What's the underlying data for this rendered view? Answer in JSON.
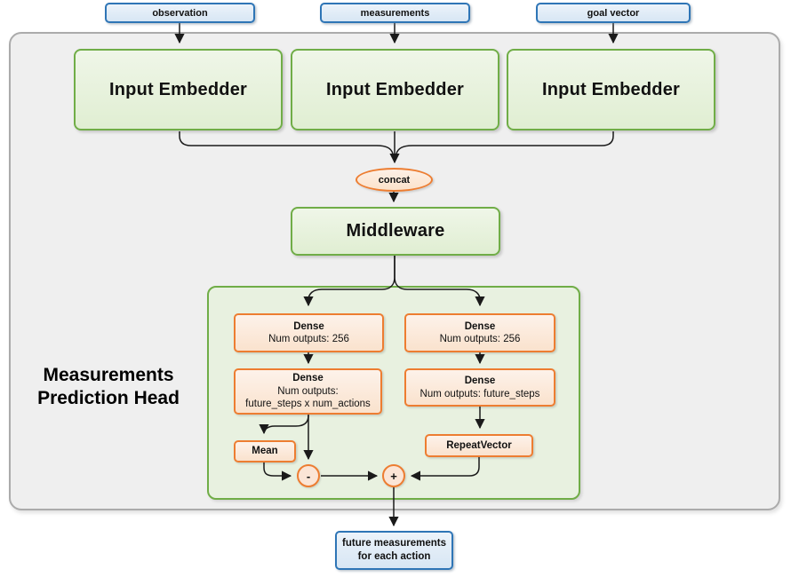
{
  "colors": {
    "blue_border": "#2E75B6",
    "blue_fill": "#DEEAF6",
    "green_border": "#70AD47",
    "green_fill": "#E2EFDA",
    "orange_border": "#ED7D31",
    "orange_fill": "#FBE5D6",
    "outer_panel_fill": "#EFEFEF",
    "outer_panel_border": "#ABABAB",
    "connector": "#1A1A1A"
  },
  "inputs": [
    {
      "label": "observation"
    },
    {
      "label": "measurements"
    },
    {
      "label": "goal vector"
    }
  ],
  "embedders": [
    {
      "label": "Input Embedder"
    },
    {
      "label": "Input Embedder"
    },
    {
      "label": "Input Embedder"
    }
  ],
  "concat": {
    "label": "concat"
  },
  "middleware": {
    "label": "Middleware"
  },
  "head": {
    "label_line1": "Measurements",
    "label_line2": "Prediction Head",
    "dense_action_1": {
      "title": "Dense",
      "line1": "Num outputs: 256"
    },
    "dense_action_2": {
      "title": "Dense",
      "line1": "Num outputs:",
      "line2": "future_steps x num_actions"
    },
    "dense_meas_1": {
      "title": "Dense",
      "line1": "Num outputs: 256"
    },
    "dense_meas_2": {
      "title": "Dense",
      "line1": "Num outputs: future_steps"
    },
    "mean": {
      "label": "Mean"
    },
    "repeat_vector": {
      "label": "RepeatVector"
    },
    "minus": {
      "label": "-"
    },
    "plus": {
      "label": "+"
    }
  },
  "output": {
    "line1": "future measurements",
    "line2": "for each action"
  }
}
